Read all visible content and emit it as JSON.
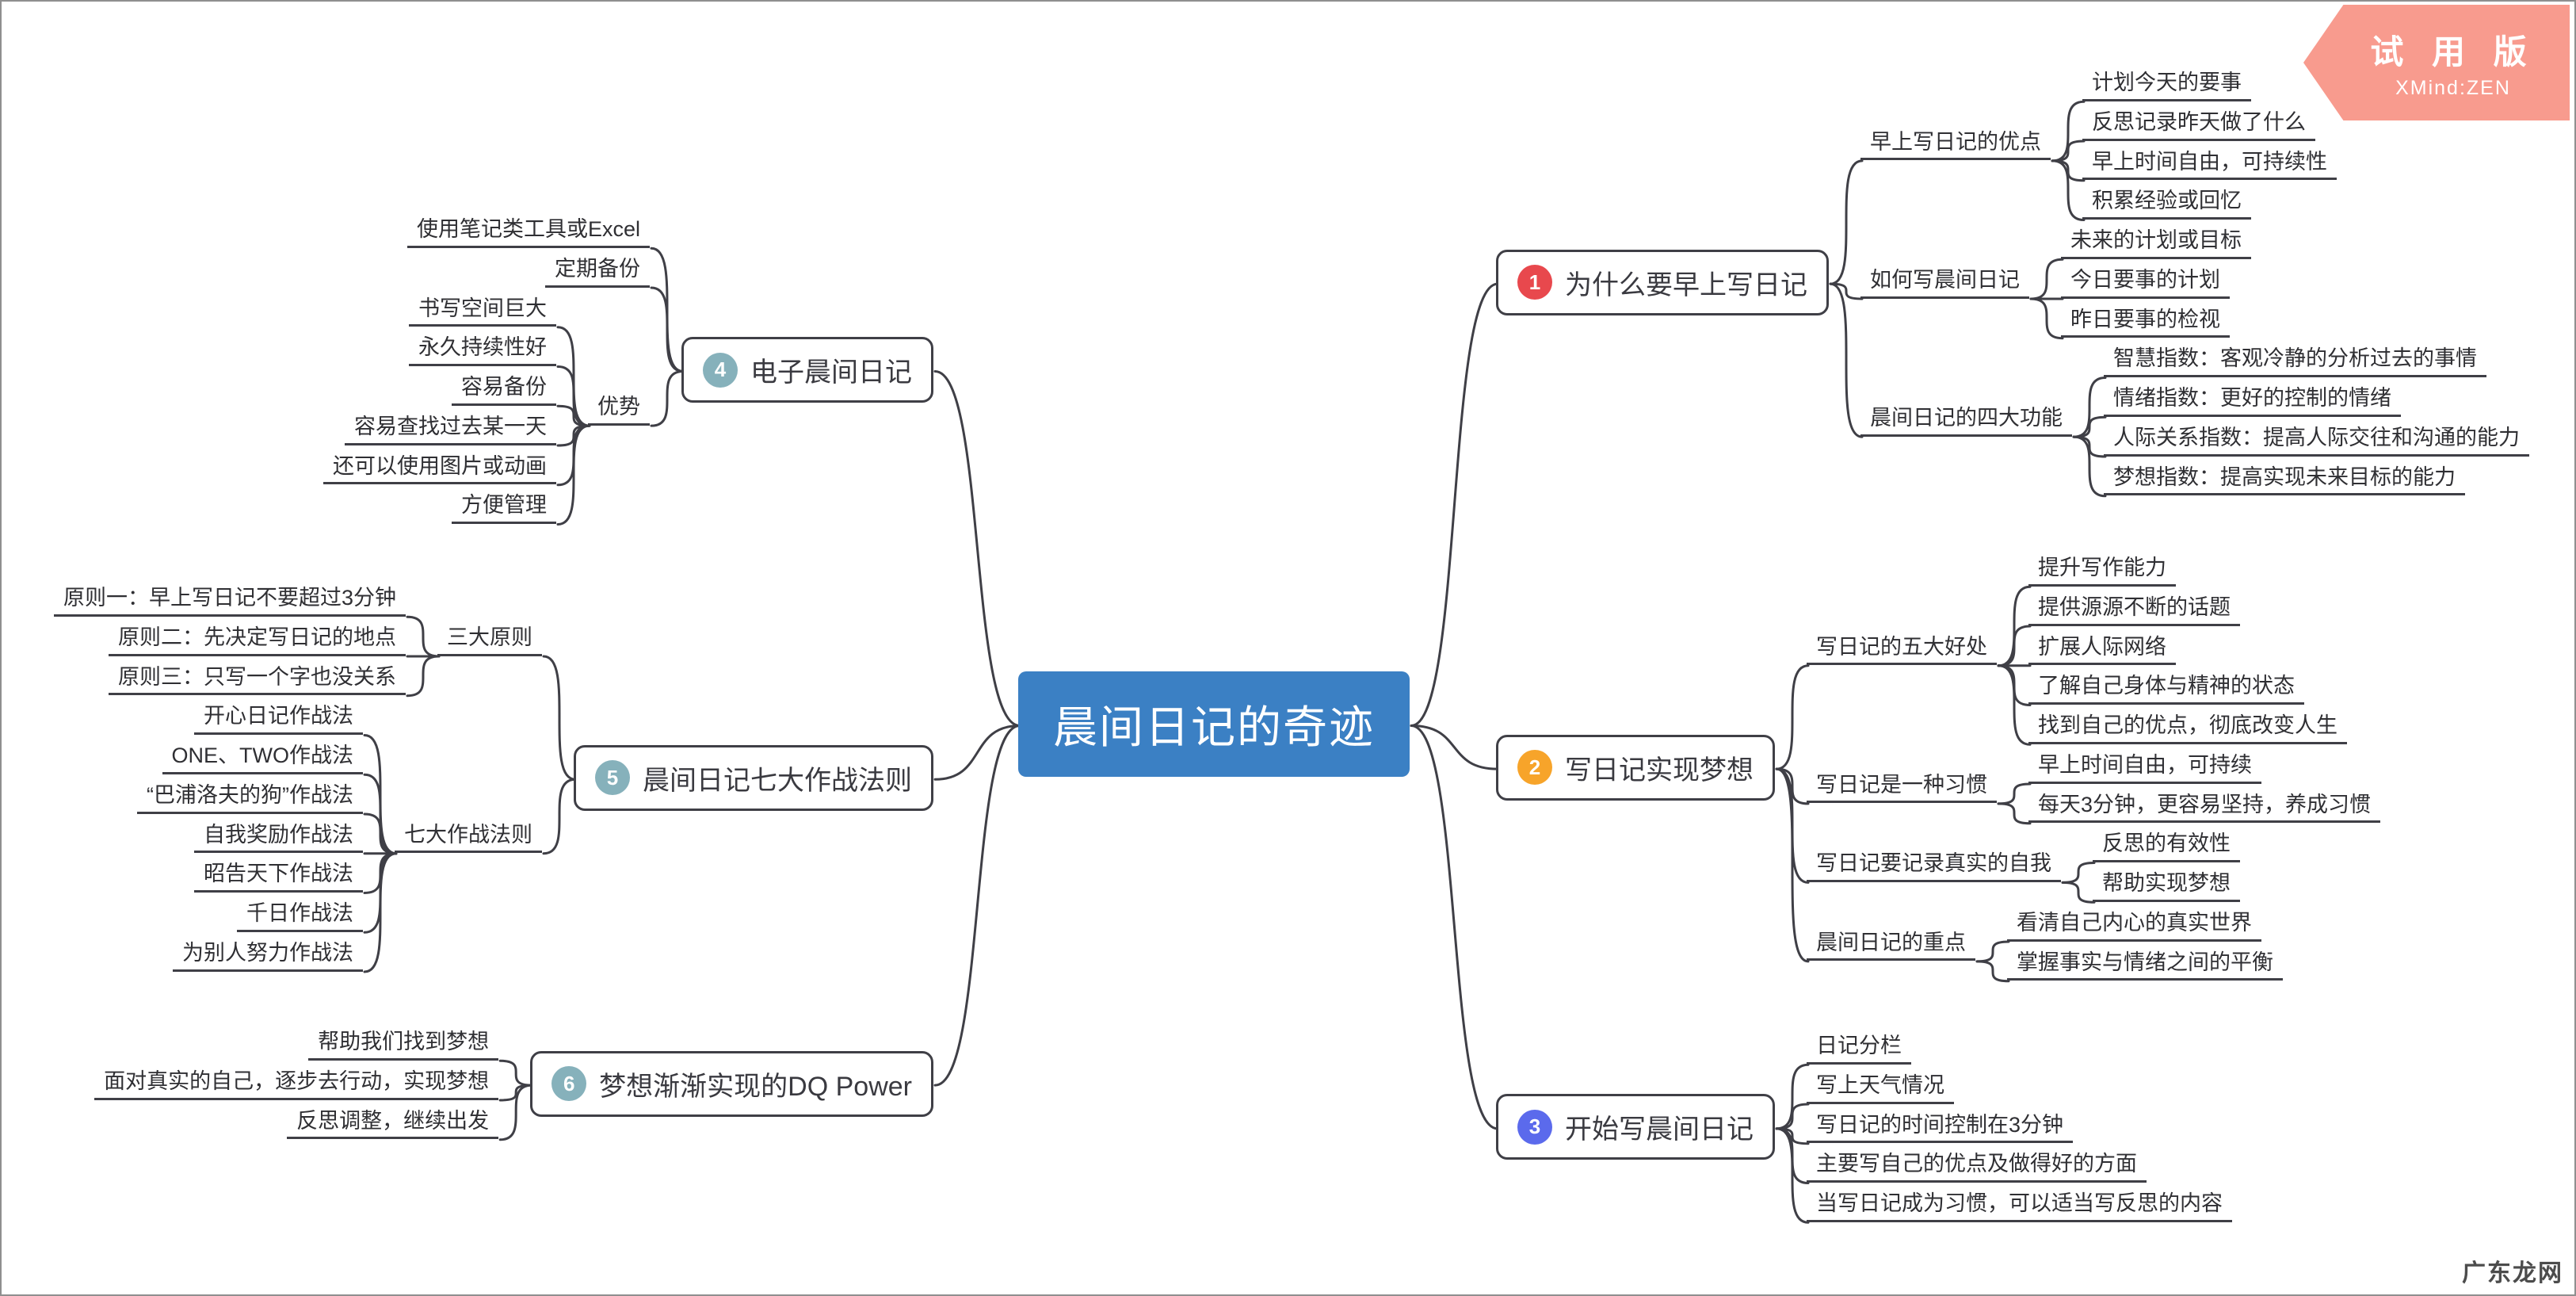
{
  "app": {
    "trial_badge": {
      "title": "试 用 版",
      "subtitle": "XMind:ZEN",
      "bg_color": "#f89b8e"
    },
    "watermark": "广东龙网"
  },
  "colors": {
    "center_bg": "#3b80c4",
    "line": "#3f3f46",
    "badge_red": "#e8484d",
    "badge_orange": "#f7a42a",
    "badge_indigo": "#5b6aec",
    "badge_teal": "#86b1bb"
  },
  "map": {
    "center": {
      "label": "晨间日记的奇迹"
    },
    "branches": [
      {
        "num": "1",
        "side": "right",
        "color": "#e8484d",
        "label": "为什么要早上写日记",
        "children": [
          {
            "label": "早上写日记的优点",
            "children": [
              {
                "label": "计划今天的要事"
              },
              {
                "label": "反思记录昨天做了什么"
              },
              {
                "label": "早上时间自由，可持续性"
              },
              {
                "label": "积累经验或回忆"
              }
            ]
          },
          {
            "label": "如何写晨间日记",
            "children": [
              {
                "label": "未来的计划或目标"
              },
              {
                "label": "今日要事的计划"
              },
              {
                "label": "昨日要事的检视"
              }
            ]
          },
          {
            "label": "晨间日记的四大功能",
            "children": [
              {
                "label": "智慧指数：客观冷静的分析过去的事情"
              },
              {
                "label": "情绪指数：更好的控制的情绪"
              },
              {
                "label": "人际关系指数：提高人际交往和沟通的能力"
              },
              {
                "label": "梦想指数：提高实现未来目标的能力"
              }
            ]
          }
        ]
      },
      {
        "num": "2",
        "side": "right",
        "color": "#f7a42a",
        "label": "写日记实现梦想",
        "children": [
          {
            "label": "写日记的五大好处",
            "children": [
              {
                "label": "提升写作能力"
              },
              {
                "label": "提供源源不断的话题"
              },
              {
                "label": "扩展人际网络"
              },
              {
                "label": "了解自己身体与精神的状态"
              },
              {
                "label": "找到自己的优点，彻底改变人生"
              }
            ]
          },
          {
            "label": "写日记是一种习惯",
            "children": [
              {
                "label": "早上时间自由，可持续"
              },
              {
                "label": "每天3分钟，更容易坚持，养成习惯"
              }
            ]
          },
          {
            "label": "写日记要记录真实的自我",
            "children": [
              {
                "label": "反思的有效性"
              },
              {
                "label": "帮助实现梦想"
              }
            ]
          },
          {
            "label": "晨间日记的重点",
            "children": [
              {
                "label": "看清自己内心的真实世界"
              },
              {
                "label": "掌握事实与情绪之间的平衡"
              }
            ]
          }
        ]
      },
      {
        "num": "3",
        "side": "right",
        "color": "#5b6aec",
        "label": "开始写晨间日记",
        "children": [
          {
            "label": "日记分栏"
          },
          {
            "label": "写上天气情况"
          },
          {
            "label": "写日记的时间控制在3分钟"
          },
          {
            "label": "主要写自己的优点及做得好的方面"
          },
          {
            "label": "当写日记成为习惯，可以适当写反思的内容"
          }
        ]
      },
      {
        "num": "4",
        "side": "left",
        "color": "#86b1bb",
        "label": "电子晨间日记",
        "children": [
          {
            "label": "使用笔记类工具或Excel"
          },
          {
            "label": "定期备份"
          },
          {
            "label": "优势",
            "children": [
              {
                "label": "书写空间巨大"
              },
              {
                "label": "永久持续性好"
              },
              {
                "label": "容易备份"
              },
              {
                "label": "容易查找过去某一天"
              },
              {
                "label": "还可以使用图片或动画"
              },
              {
                "label": "方便管理"
              }
            ]
          }
        ]
      },
      {
        "num": "5",
        "side": "left",
        "color": "#86b1bb",
        "label": "晨间日记七大作战法则",
        "children": [
          {
            "label": "三大原则",
            "children": [
              {
                "label": "原则一：早上写日记不要超过3分钟"
              },
              {
                "label": "原则二：先决定写日记的地点"
              },
              {
                "label": "原则三：只写一个字也没关系"
              }
            ]
          },
          {
            "label": "七大作战法则",
            "children": [
              {
                "label": "开心日记作战法"
              },
              {
                "label": "ONE、TWO作战法"
              },
              {
                "label": "“巴浦洛夫的狗”作战法"
              },
              {
                "label": "自我奖励作战法"
              },
              {
                "label": "昭告天下作战法"
              },
              {
                "label": "千日作战法"
              },
              {
                "label": "为别人努力作战法"
              }
            ]
          }
        ]
      },
      {
        "num": "6",
        "side": "left",
        "color": "#86b1bb",
        "label": "梦想渐渐实现的DQ Power",
        "children": [
          {
            "label": "帮助我们找到梦想"
          },
          {
            "label": "面对真实的自己，逐步去行动，实现梦想"
          },
          {
            "label": "反思调整，继续出发"
          }
        ]
      }
    ]
  }
}
